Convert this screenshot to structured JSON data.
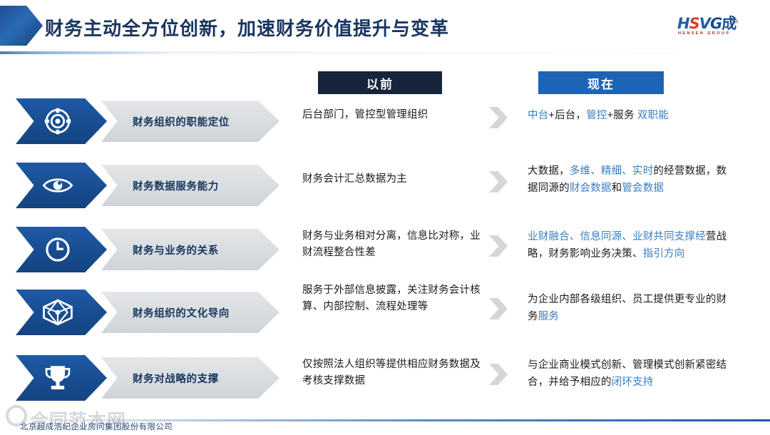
{
  "header": {
    "title": "财务主动全方位创新，加速财务价值提升与变革",
    "arrow_icon": "chevron-right-icon"
  },
  "logo": {
    "part_h": "H",
    "part_s": "S",
    "part_v": "V",
    "part_g": "G",
    "part_cn": "成",
    "tm": "TM",
    "subtitle": "HENSEN GROUP"
  },
  "columns": {
    "before_label": "以前",
    "now_label": "现在",
    "before_bg": "#16243c",
    "now_bg": "#1d64b5",
    "highlight_color": "#3a7dc0"
  },
  "rows": [
    {
      "icon": "gear-target-icon",
      "label": "财务组织的职能定位",
      "before": "后台部门，管控型管理组织",
      "now_segments": [
        {
          "text": "中台",
          "highlight": true
        },
        {
          "text": "+",
          "highlight": false
        },
        {
          "text": "后台，",
          "highlight": false
        },
        {
          "text": "管控",
          "highlight": true
        },
        {
          "text": "+",
          "highlight": false
        },
        {
          "text": "服务 ",
          "highlight": false
        },
        {
          "text": "双职能",
          "highlight": true
        }
      ]
    },
    {
      "icon": "eye-icon",
      "label": "财务数据服务能力",
      "before": "财务会计汇总数据为主",
      "now_segments": [
        {
          "text": "大数据，",
          "highlight": false
        },
        {
          "text": "多维、精细、实时",
          "highlight": true
        },
        {
          "text": "的经营数据，数据同源的",
          "highlight": false
        },
        {
          "text": "财会数据",
          "highlight": true
        },
        {
          "text": "和",
          "highlight": false
        },
        {
          "text": "管会数据",
          "highlight": true
        }
      ]
    },
    {
      "icon": "clock-icon",
      "label": "财务与业务的关系",
      "before": "财务与业务相对分离，信息比对称，业财流程整合性差",
      "now_segments": [
        {
          "text": "业财融合、信息同源、业财共同支撑经",
          "highlight": true
        },
        {
          "text": "营战略，财务影响业务决策、",
          "highlight": false
        },
        {
          "text": "指引方向",
          "highlight": true
        }
      ]
    },
    {
      "icon": "cube-icon",
      "label": "财务组织的文化导向",
      "before": "服务于外部信息披露，关注财务会计核算、内部控制、流程处理等",
      "now_segments": [
        {
          "text": "为企业内部各级组织、员工提供更专业的财务",
          "highlight": false
        },
        {
          "text": "服务",
          "highlight": true
        }
      ]
    },
    {
      "icon": "trophy-icon",
      "label": "财务对战略的支撑",
      "before": "仅按照法人组织等提供相应财务数据及考核支撑数据",
      "now_segments": [
        {
          "text": "与企业商业模式创新、管理模式创新紧密结合，并给予相应的",
          "highlight": false
        },
        {
          "text": "闭环支持",
          "highlight": true
        }
      ]
    }
  ],
  "footer": {
    "company": "北京超成浩纪企业房问集团股份有限公司",
    "watermark": "合同范本网"
  }
}
